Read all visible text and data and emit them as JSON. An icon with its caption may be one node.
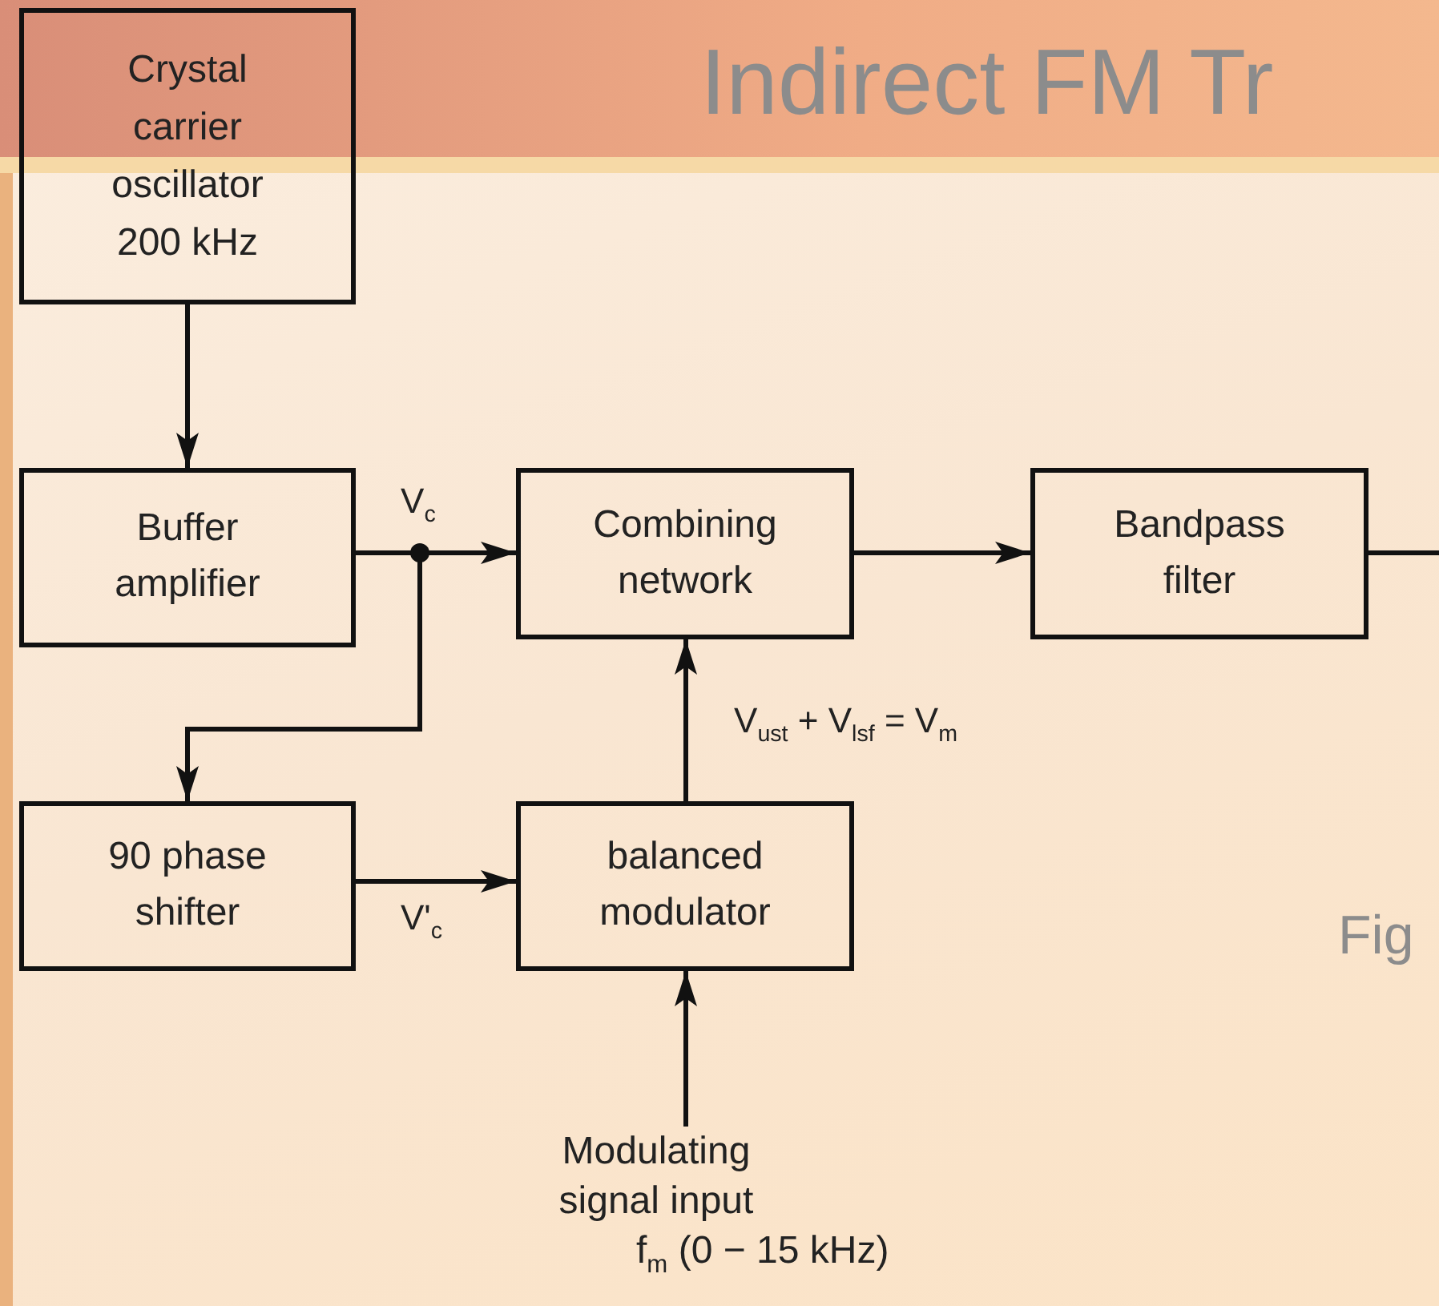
{
  "diagram": {
    "title": "Indirect FM Tr",
    "nodes": [
      {
        "text": [
          "Crystal carrier oscillator 200 kHz"
        ]
      },
      {
        "text": [
          "Buffer amplifier"
        ]
      },
      {
        "text": [
          "Combining network"
        ]
      },
      {
        "text": [
          "Bandpass filter"
        ]
      },
      {
        "text": [
          "90 phase shifter"
        ]
      },
      {
        "text": [
          "balanced modulator"
        ]
      },
      {
        "text": [
          "Modulating signal input",
          "f$_{m}$  (0 − 15 kHz)"
        ]
      }
    ],
    "edges": [
      {
        "from": 0,
        "to": 1,
        "arrow": "to"
      },
      {
        "from": 1,
        "to": 2,
        "arrow": "to",
        "label": "V$_{c}$"
      },
      {
        "from": 1,
        "to": 4,
        "arrow": "to"
      },
      {
        "from": 4,
        "to": 5,
        "arrow": "to",
        "label": "V'$_{c}$"
      },
      {
        "from": 5,
        "to": 2,
        "arrow": "to",
        "label": "V$_{ust}$ + V$_{lsf}$ = V$_{m}$"
      },
      {
        "from": 2,
        "to": 3,
        "arrow": "to"
      },
      {
        "from": 3,
        "to": null,
        "arrow": "none"
      },
      {
        "from": 6,
        "to": 5,
        "arrow": "to"
      }
    ],
    "labels": [
      "Fig"
    ]
  }
}
